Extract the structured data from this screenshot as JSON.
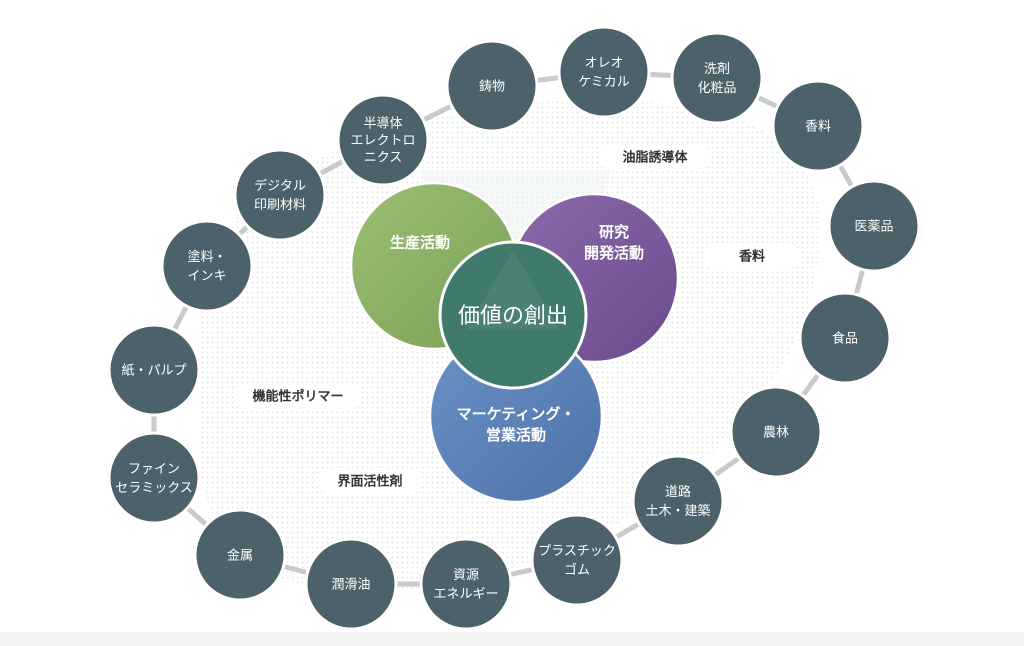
{
  "center": {
    "label": "価値の創出"
  },
  "activities": [
    {
      "lines": [
        "生産活動"
      ],
      "color": "#8aaf62"
    },
    {
      "lines": [
        "研究",
        "開発活動"
      ],
      "color": "#7b5a9c"
    },
    {
      "lines": [
        "マーケティング・",
        "営業活動"
      ],
      "color": "#5a80b6"
    }
  ],
  "center_color": "#3f7a6c",
  "node_color": "#4c6169",
  "ring_color": "#c8cacb",
  "technologies": [
    {
      "label": "油脂誘導体"
    },
    {
      "label": "香料"
    },
    {
      "label": "機能性ポリマー"
    },
    {
      "label": "界面活性剤"
    }
  ],
  "industries": [
    {
      "lines": [
        "鋳物"
      ]
    },
    {
      "lines": [
        "オレオ",
        "ケミカル"
      ]
    },
    {
      "lines": [
        "洗剤",
        "化粧品"
      ]
    },
    {
      "lines": [
        "香料"
      ]
    },
    {
      "lines": [
        "医薬品"
      ]
    },
    {
      "lines": [
        "食品"
      ]
    },
    {
      "lines": [
        "農林"
      ]
    },
    {
      "lines": [
        "道路",
        "土木・建築"
      ]
    },
    {
      "lines": [
        "プラスチック",
        "ゴム"
      ]
    },
    {
      "lines": [
        "資源",
        "エネルギー"
      ]
    },
    {
      "lines": [
        "潤滑油"
      ]
    },
    {
      "lines": [
        "金属"
      ]
    },
    {
      "lines": [
        "ファイン",
        "セラミックス"
      ]
    },
    {
      "lines": [
        "紙・パルプ"
      ]
    },
    {
      "lines": [
        "塗料・",
        "インキ"
      ]
    },
    {
      "lines": [
        "デジタル",
        "印刷材料"
      ]
    },
    {
      "lines": [
        "半導体",
        "エレクトロ",
        "ニクス"
      ]
    }
  ]
}
